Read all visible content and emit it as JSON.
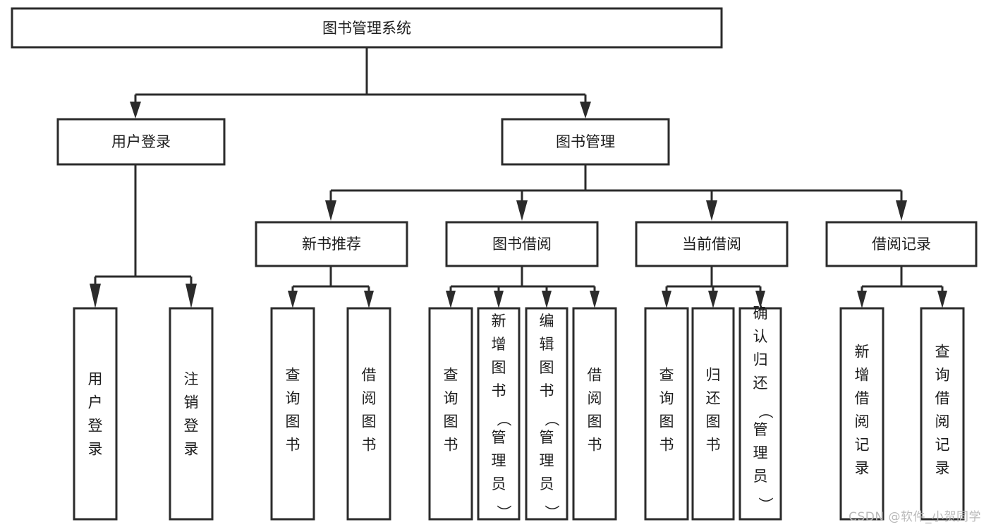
{
  "diagram": {
    "title": "图书管理系统",
    "type": "tree-hierarchy-diagram",
    "colors": {
      "stroke": "#2b2b2b",
      "fill": "#ffffff",
      "text": "#1d1d1d",
      "watermark": "#b9b9b9"
    },
    "root": {
      "label": "图书管理系统"
    },
    "level2": [
      {
        "label": "用户登录"
      },
      {
        "label": "图书管理"
      }
    ],
    "level3": [
      {
        "label": "新书推荐"
      },
      {
        "label": "图书借阅"
      },
      {
        "label": "当前借阅"
      },
      {
        "label": "借阅记录"
      }
    ],
    "leaves": {
      "user_login": [
        {
          "label": "用户登录"
        },
        {
          "label": "注销登录"
        }
      ],
      "new_book_recommend": [
        {
          "label": "查询图书"
        },
        {
          "label": "借阅图书"
        }
      ],
      "book_borrow": [
        {
          "label": "查询图书"
        },
        {
          "label": "新增图书（管理员）"
        },
        {
          "label": "编辑图书（管理员）"
        },
        {
          "label": "借阅图书"
        }
      ],
      "current_borrow": [
        {
          "label": "查询图书"
        },
        {
          "label": "归还图书"
        },
        {
          "label": "确认归还（管理员）"
        }
      ],
      "borrow_record": [
        {
          "label": "新增借阅记录"
        },
        {
          "label": "查询借阅记录"
        }
      ]
    }
  },
  "watermark": {
    "text": "CSDN @软件_小贺同学"
  }
}
